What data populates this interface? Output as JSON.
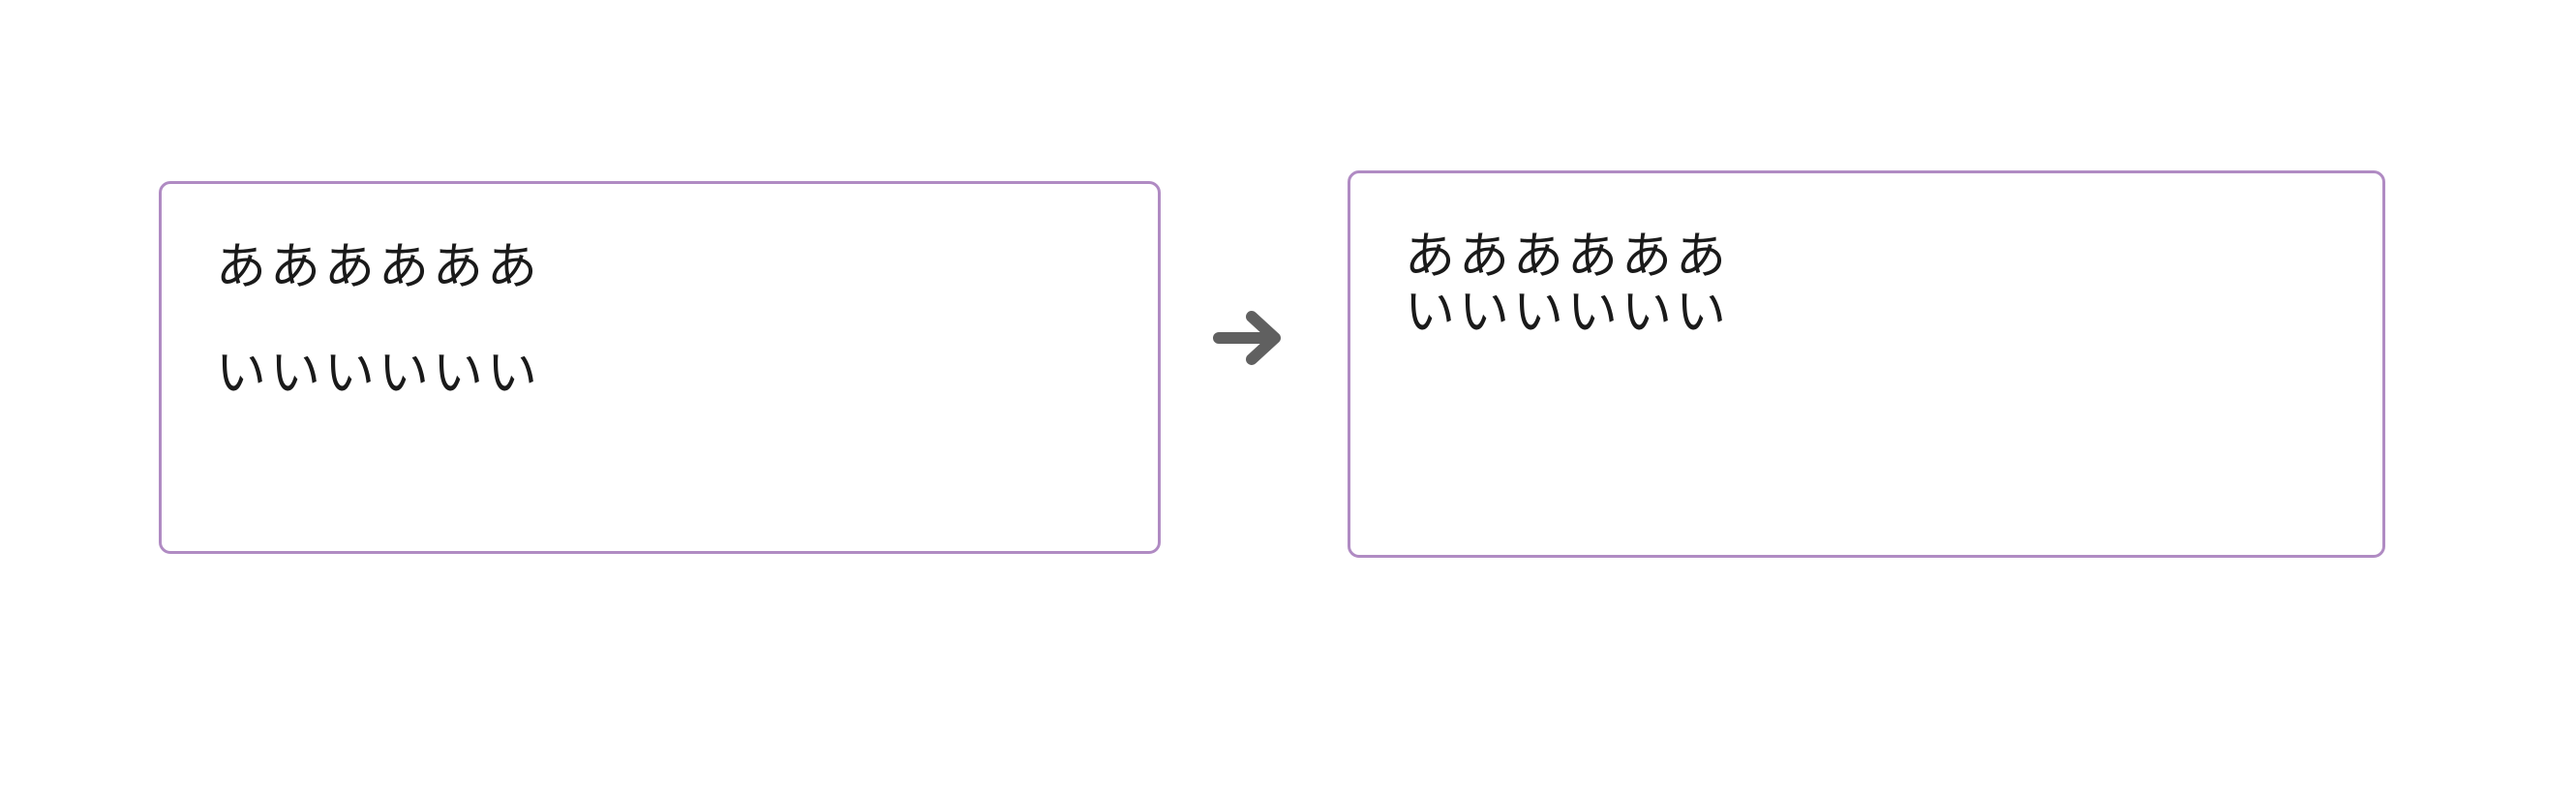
{
  "before": {
    "line_1": "ああああああ",
    "line_2": "いいいいいい"
  },
  "after": {
    "line_1": "ああああああ",
    "line_2": "いいいいいい"
  },
  "arrow": {
    "icon": "arrow-right-icon",
    "color": "#606060"
  },
  "colors": {
    "panel_border": "#b08bc3",
    "text": "#1a1a1a",
    "background": "#ffffff"
  }
}
